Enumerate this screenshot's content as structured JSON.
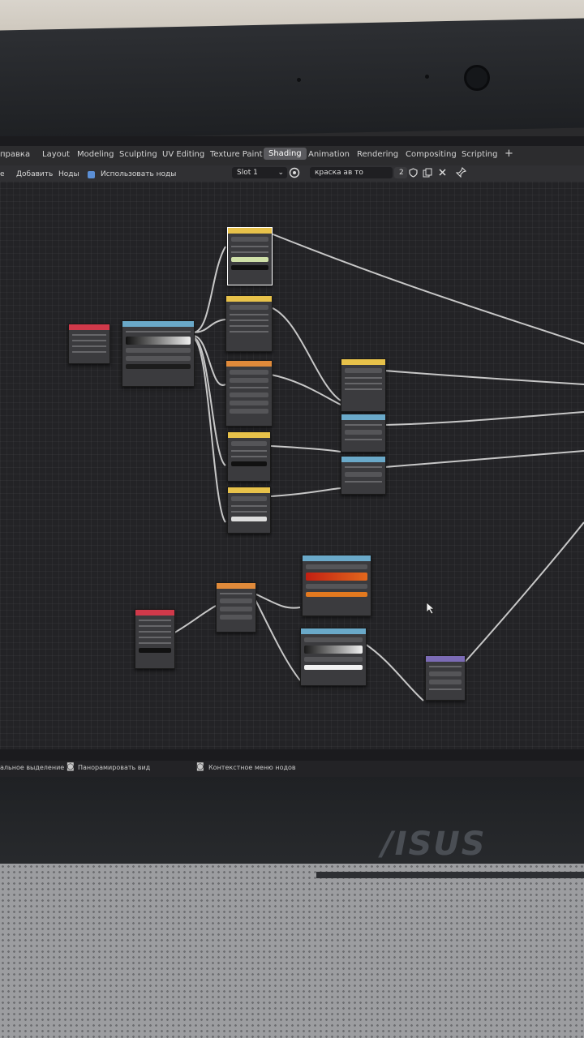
{
  "workspaces": [
    "Layout",
    "Modeling",
    "Sculpting",
    "UV Editing",
    "Texture Paint",
    "Shading",
    "Animation",
    "Rendering",
    "Compositing",
    "Scripting",
    "+"
  ],
  "active_workspace": "Shading",
  "menu_left": "правка",
  "header": {
    "menu_add": "Добавить",
    "menu_node": "Ноды",
    "use_nodes": "Использовать ноды",
    "slot": "Slot 1",
    "material": "краска ав то",
    "users": "2"
  },
  "status": {
    "select": "альное выделение",
    "pan": "Панорамировать вид",
    "context_menu": "Контекстное меню нодов"
  },
  "brand": "/ISUS",
  "colors": {
    "node_red": "#d0394a",
    "node_blue": "#6aa9c9",
    "node_yellow": "#e8c24a",
    "node_orange": "#e08a3a",
    "node_purple": "#7b6bb5",
    "active_workspace": "#5a5a5e"
  },
  "icons": [
    "plus-icon",
    "dropdown-icon",
    "material-sphere-icon",
    "shield-icon",
    "copy-icon",
    "close-icon",
    "pin-icon",
    "mouse-icon",
    "cursor-icon"
  ]
}
